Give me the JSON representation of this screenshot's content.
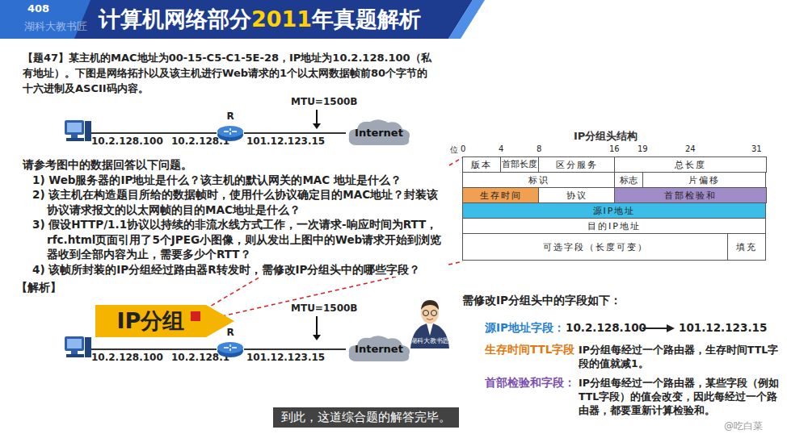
{
  "diagram": {
    "nodes": [
      {
        "text": [
          "R"
        ]
      },
      {
        "text": [
          "Internet"
        ]
      },
      {
        "text": [
          "IP分组"
        ]
      },
      {
        "text": [
          "R"
        ]
      },
      {
        "text": [
          "Internet"
        ]
      },
      {
        "text": [
          "版本"
        ]
      },
      {
        "text": [
          "首部长度"
        ]
      },
      {
        "text": [
          "区分服务"
        ]
      },
      {
        "text": [
          "总长度"
        ]
      },
      {
        "text": [
          "标识"
        ]
      },
      {
        "text": [
          "标志"
        ]
      },
      {
        "text": [
          "片偏移"
        ]
      },
      {
        "text": [
          "生存时间"
        ]
      },
      {
        "text": [
          "协议"
        ]
      },
      {
        "text": [
          "首部检验和"
        ]
      },
      {
        "text": [
          "源IP地址"
        ]
      },
      {
        "text": [
          "目的IP地址"
        ]
      },
      {
        "text": [
          "可选字段（长度可变）"
        ]
      },
      {
        "text": [
          "填充"
        ]
      }
    ],
    "edges": [
      {
        "from": 0,
        "to": 1,
        "arrow": "none"
      },
      {
        "from": 3,
        "to": 4,
        "arrow": "none"
      }
    ],
    "labels": [
      "408",
      "湖科大教书匠",
      "计算机网络部分",
      "2011",
      "年真题解析",
      "【题47】某主机的MAC地址为00-15-C5-C1-5E-28，IP地址为10.2.128.100（私有地址）。下图是网络拓扑以及该主机进行Web请求的1个以太网数据帧前80个字节的十六进制及ASCII码内容。",
      "MTU=1500B",
      "10.2.128.100",
      "10.2.128.1",
      "101.12.123.15",
      "请参考图中的数据回答以下问题。",
      "1) Web服务器的IP地址是什么？该主机的默认网关的MAC 地址是什么？",
      "2) 该主机在构造题目所给的数据帧时，使用什么协议确定目的MAC地址？封装该协议请求报文的以太网帧的目的MAC地址是什么？",
      "3) 假设HTTP/1.1协议以持续的非流水线方式工作，一次请求-响应时间为RTT，rfc.html页面引用了5个JPEG小图像，则从发出上图中的Web请求开始到浏览器收到全部内容为止，需要多少个RTT？",
      "4) 该帧所封装的IP分组经过路由器R转发时，需修改IP分组头中的哪些字段？",
      "【解析】",
      "MTU=1500B",
      "10.2.128.100",
      "10.2.128.1",
      "101.12.123.15",
      "IP分组头结构",
      "位",
      "0",
      "4",
      "8",
      "16",
      "19",
      "24",
      "31",
      "湖科大教书匠",
      "需修改IP分组头中的字段如下：",
      "源IP地址字段：",
      "10.2.128.100",
      "101.12.123.15",
      "生存时间TTL字段：",
      "IP分组每经过一个路由器，生存时间TTL字段的值就减1。",
      "首部检验和字段：",
      "IP分组每经过一个路由器，某些字段（例如TTL字段）的值会改变，因此每经过一个路由器，都要重新计算检验和。",
      "到此，这道综合题的解答完毕。",
      "@吃白菜"
    ]
  }
}
